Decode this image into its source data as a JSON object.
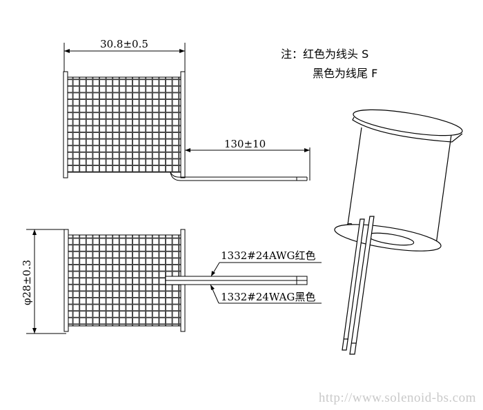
{
  "notes": {
    "line1": "注：红色为线头 S",
    "line2": "黑色为线尾 F"
  },
  "dimensions": {
    "length": "30.8±0.5",
    "lead_length": "130±10",
    "diameter": "φ28±0.3"
  },
  "wires": {
    "red_wire_label": "1332#24AWG红色",
    "black_wire_label": "1332#24WAG黑色"
  },
  "watermark": "http://www.solenoid-bs.com"
}
